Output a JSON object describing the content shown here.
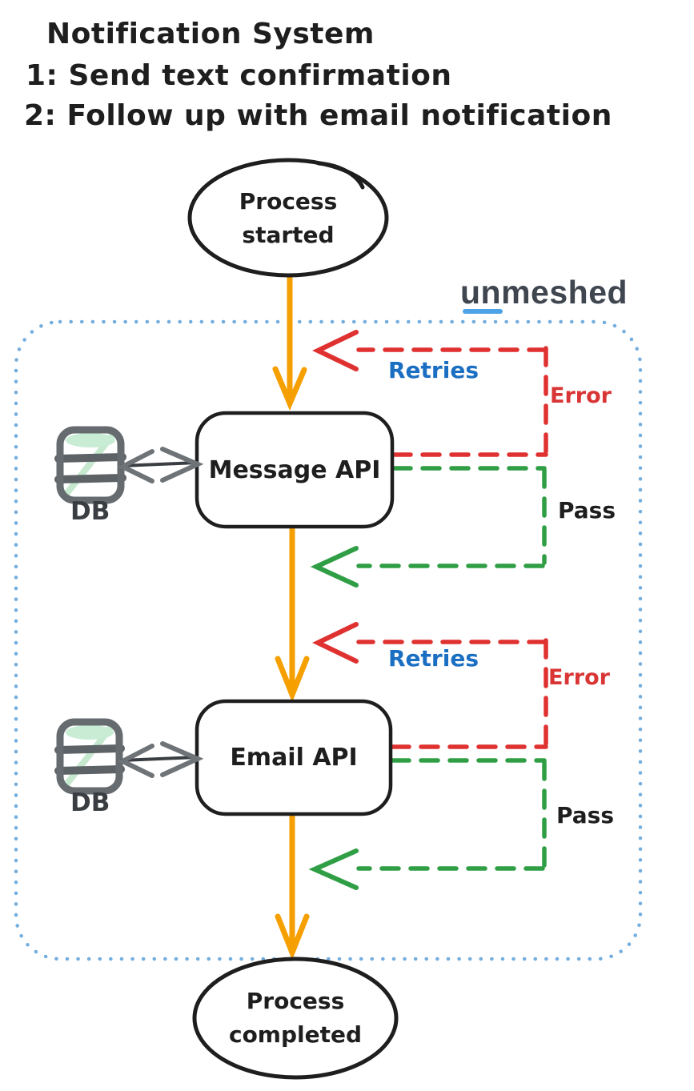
{
  "header": {
    "title": "Notification System",
    "step1": "1: Send text confirmation",
    "step2": "2: Follow up with email notification"
  },
  "brand": {
    "name": "unmeshed"
  },
  "flow": {
    "start_label": "Process\nstarted",
    "end_label": "Process\ncompleted"
  },
  "sections": [
    {
      "service": "Message API",
      "db": "DB",
      "retries": "Retries",
      "error": "Error",
      "pass": "Pass"
    },
    {
      "service": "Email API",
      "db": "DB",
      "retries": "Retries",
      "error": "Error",
      "pass": "Pass"
    }
  ],
  "colors": {
    "stroke_black": "#1e1e1e",
    "flow_orange": "#f59f00",
    "error_red": "#e03131",
    "pass_green": "#2f9e44",
    "boundary_blue": "#74aede",
    "retries_blue": "#1b6fc2",
    "brand_gray": "#3f4650",
    "brand_underline_blue": "#4da3e8",
    "db_gray": "#666b70"
  }
}
